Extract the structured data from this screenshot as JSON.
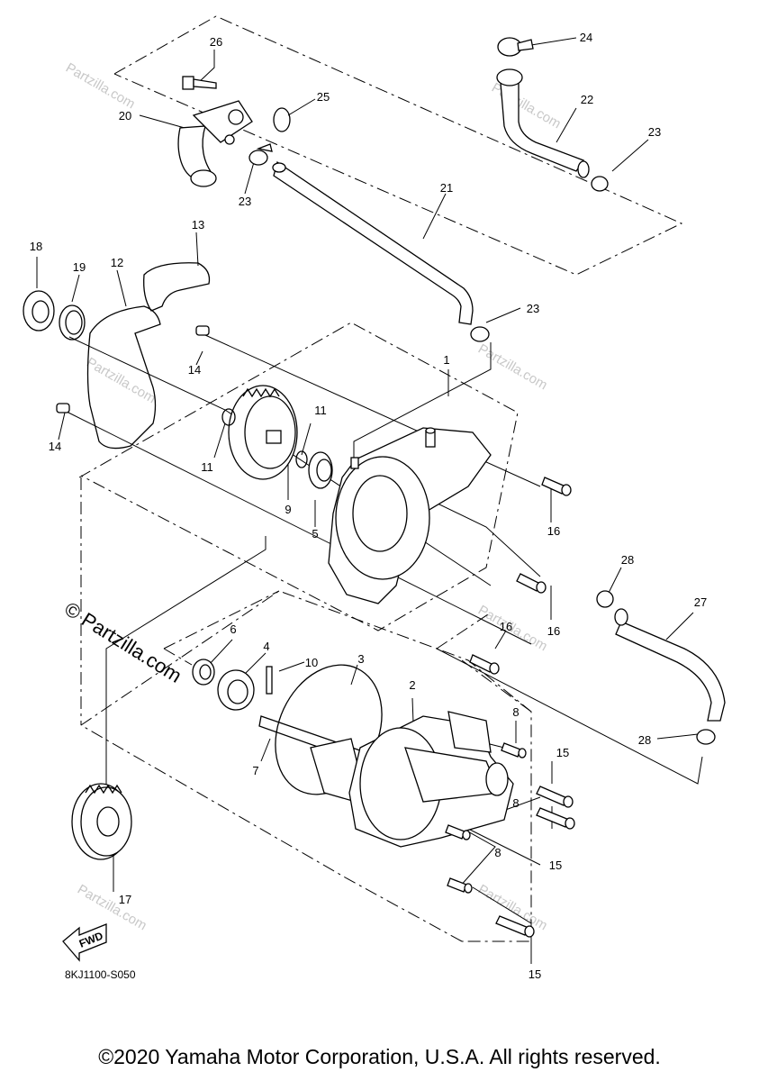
{
  "diagram": {
    "part_code": "8KJ1100-S050",
    "fwd_label": "FWD",
    "watermark": "Partzilla.com",
    "watermark_main": "© Partzilla.com",
    "callouts": [
      "1",
      "2",
      "3",
      "4",
      "5",
      "6",
      "7",
      "8",
      "8",
      "8",
      "9",
      "10",
      "11",
      "11",
      "12",
      "13",
      "14",
      "14",
      "15",
      "15",
      "15",
      "16",
      "16",
      "16",
      "17",
      "18",
      "19",
      "20",
      "21",
      "22",
      "23",
      "23",
      "23",
      "24",
      "25",
      "26",
      "27",
      "28",
      "28"
    ]
  },
  "footer": {
    "copyright": "©2020 Yamaha Motor Corporation, U.S.A. All rights reserved."
  }
}
